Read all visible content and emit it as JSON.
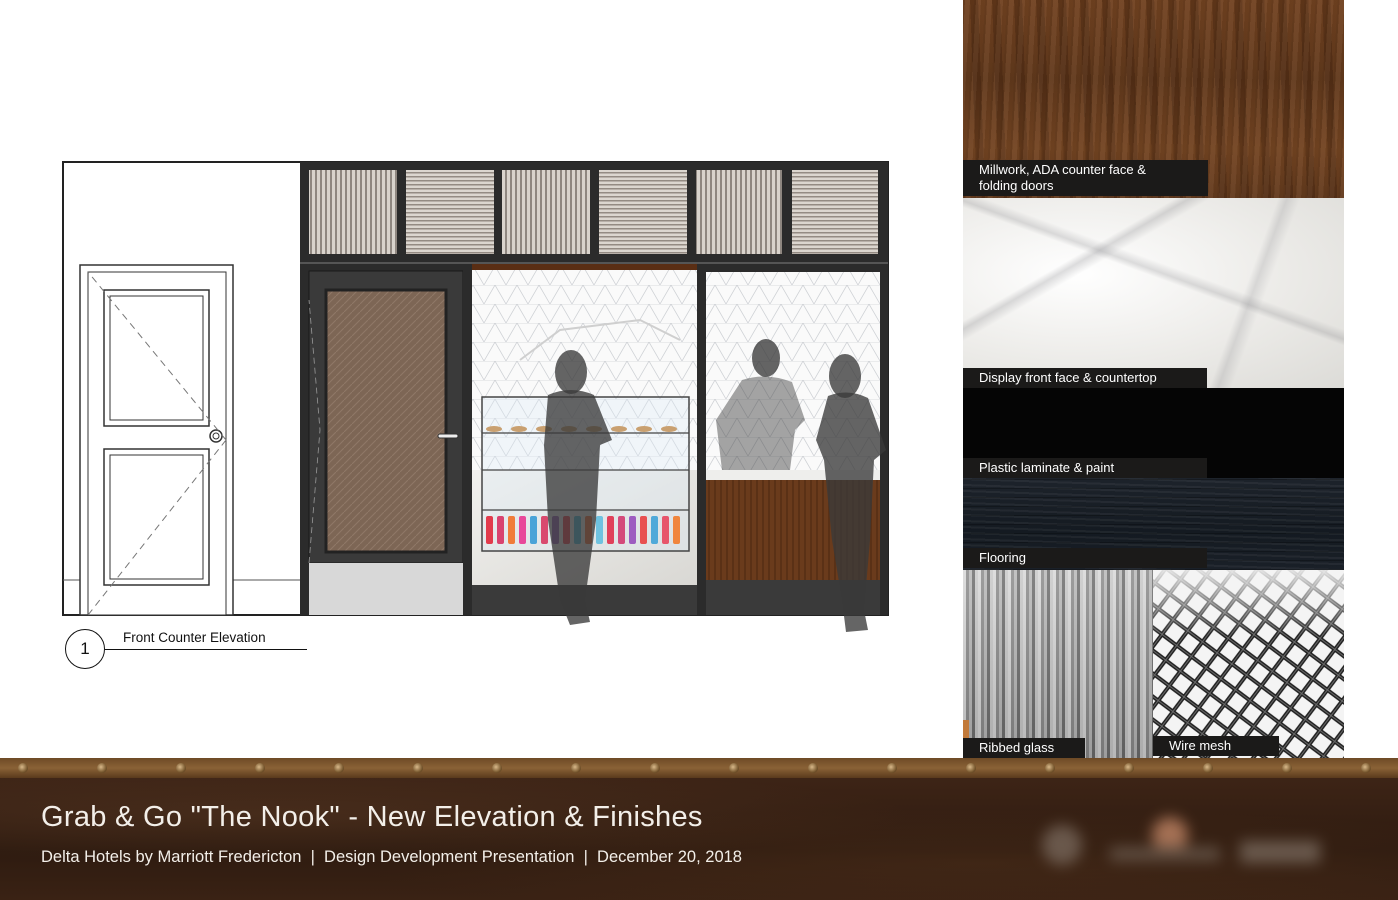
{
  "elevation": {
    "callout_number": "1",
    "callout_title": "Front Counter Elevation"
  },
  "finishes": [
    {
      "label_line1": "Millwork, ADA counter face &",
      "label_line2": "folding doors",
      "swatch_color": "#623719",
      "icon": "wood-grain-swatch"
    },
    {
      "label_line1": "Display front face & countertop",
      "label_line2": "",
      "swatch_color": "#ecebe8",
      "icon": "marble-swatch"
    },
    {
      "label_line1": "Plastic laminate & paint",
      "label_line2": "",
      "swatch_color": "#050505",
      "icon": "black-laminate-swatch"
    },
    {
      "label_line1": "Flooring",
      "label_line2": "",
      "swatch_color": "#171d24",
      "icon": "dark-wood-floor-swatch"
    },
    {
      "label_line1": "Ribbed glass",
      "label_line2": "",
      "swatch_color": "#a0a0a0",
      "icon": "ribbed-glass-swatch"
    },
    {
      "label_line1": "Wire mesh",
      "label_line2": "",
      "swatch_color": "#222222",
      "icon": "wire-mesh-swatch"
    }
  ],
  "footer": {
    "title": "Grab & Go \"The Nook\" - New Elevation & Finishes",
    "subtitle": "Delta Hotels by Marriott Fredericton  |  Design Development Presentation  |  December 20, 2018"
  },
  "colors": {
    "accent_wood": "#623719",
    "footer_bg": "#2f1c11",
    "label_bg": "#1b1a19",
    "text_light": "#f3efe9"
  }
}
